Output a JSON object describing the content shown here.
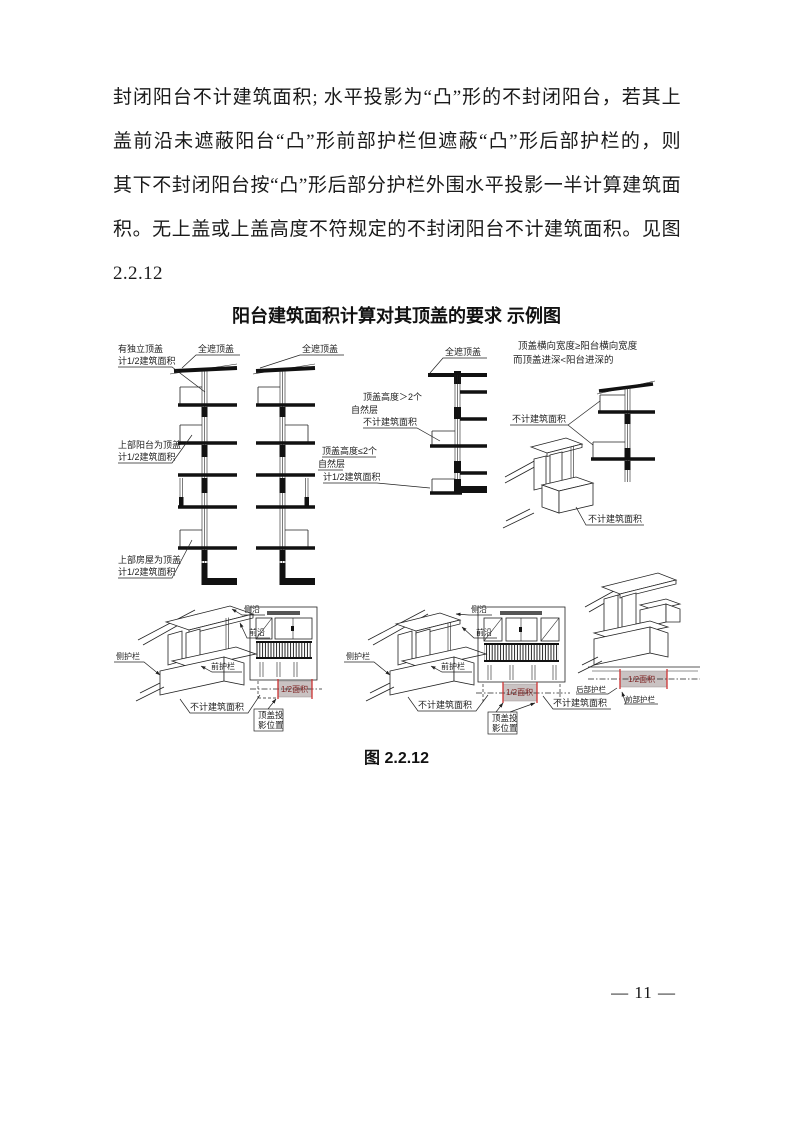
{
  "page": {
    "paragraph_lines": [
      "封闭阳台不计建筑面积; 水平投影为“凸”形的不封闭阳台，若其上",
      "盖前沿未遮蔽阳台“凸”形前部护栏但遮蔽“凸”形后部护栏的，则",
      "其下不封闭阳台按“凸”形后部分护栏外围水平投影一半计算建筑面",
      "积。无上盖或上盖高度不符规定的不封闭阳台不计建筑面积。见图",
      "2.2.12"
    ],
    "figure_title": "阳台建筑面积计算对其顶盖的要求 示例图",
    "figure_caption": "图 2.2.12",
    "page_number": "— 11 —"
  },
  "diagram": {
    "labels": {
      "full_cover": "全遮顶盖",
      "independent_cover": "有独立顶盖",
      "half_area_note": "计1/2建筑面积",
      "upper_balcony_cover": "上部阳台为顶盖",
      "upper_house_cover": "上部房屋为顶盖",
      "no_area": "不计建筑面积",
      "gt2_line1": "顶盖高度＞2个",
      "natural_floor": "自然层",
      "le2_line1": "顶盖高度≤2个",
      "width_note_1": "顶盖横向宽度≥阳台横向宽度",
      "width_note_2": "而顶盖进深<阳台进深的",
      "side_edge": "侧沿",
      "front_edge": "前沿",
      "side_rail": "侧护栏",
      "front_rail": "前护栏",
      "half_area": "1/2面积",
      "proj_line1": "顶盖投",
      "proj_line2": "影位置",
      "rear_rail": "后部护栏",
      "front_part_rail": "前部护栏"
    },
    "colors": {
      "line": "#222222",
      "highlight_red": "#cc3333",
      "highlight_fill": "#c9c2c2"
    }
  }
}
